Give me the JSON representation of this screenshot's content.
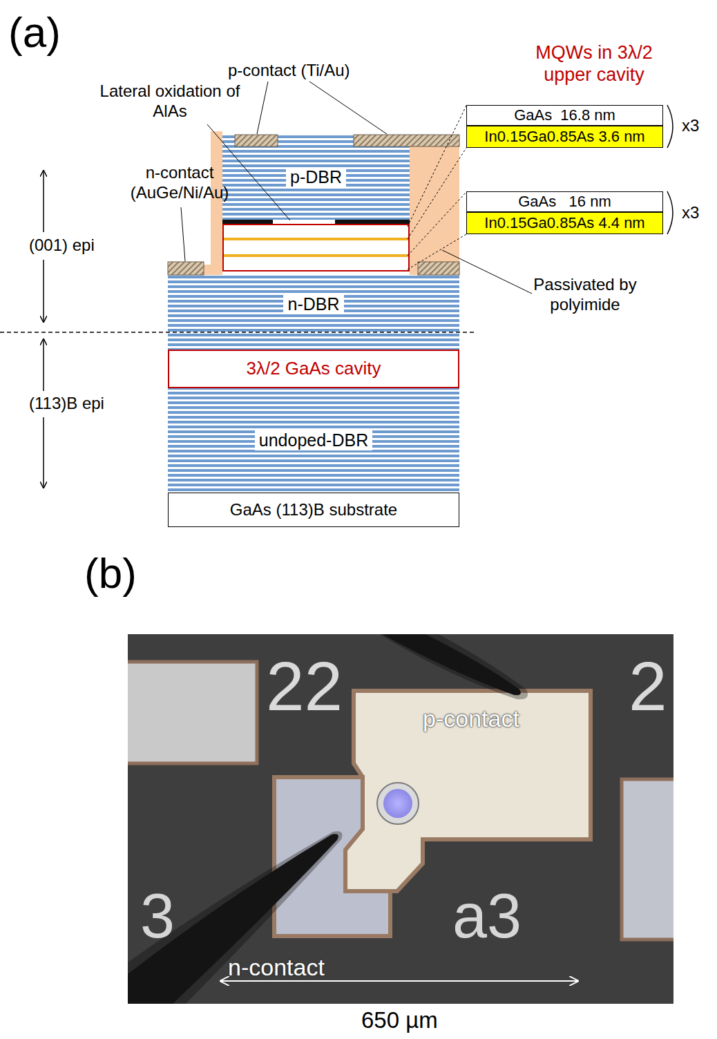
{
  "diagram": {
    "nodes": [
      {
        "text": [
          "p-DBR"
        ]
      },
      {
        "text": [
          "GaAs  16.8 nm"
        ]
      },
      {
        "text": [
          "In0.15Ga0.85As 3.6 nm"
        ]
      },
      {
        "text": [
          "GaAs   16 nm"
        ]
      },
      {
        "text": [
          "In0.15Ga0.85As 4.4 nm"
        ]
      },
      {
        "text": [
          "n-DBR"
        ]
      },
      {
        "text": [
          "3λ/2 GaAs cavity"
        ]
      },
      {
        "text": [
          "undoped-DBR"
        ]
      },
      {
        "text": [
          "GaAs (113)B substrate"
        ]
      }
    ],
    "labels": [
      "(a)",
      "p-contact (Ti/Au)",
      "MQWs in 3λ/2 upper cavity",
      "Lateral oxidation of AlAs",
      "n-contact (AuGe/Ni/Au)",
      "(001) epi",
      "(113)B epi",
      "x3",
      "x3",
      "Passivated by polyimide",
      "(b)",
      "22",
      "2",
      "p-contact",
      "3",
      "a3",
      "n-contact",
      "650 µm"
    ]
  }
}
